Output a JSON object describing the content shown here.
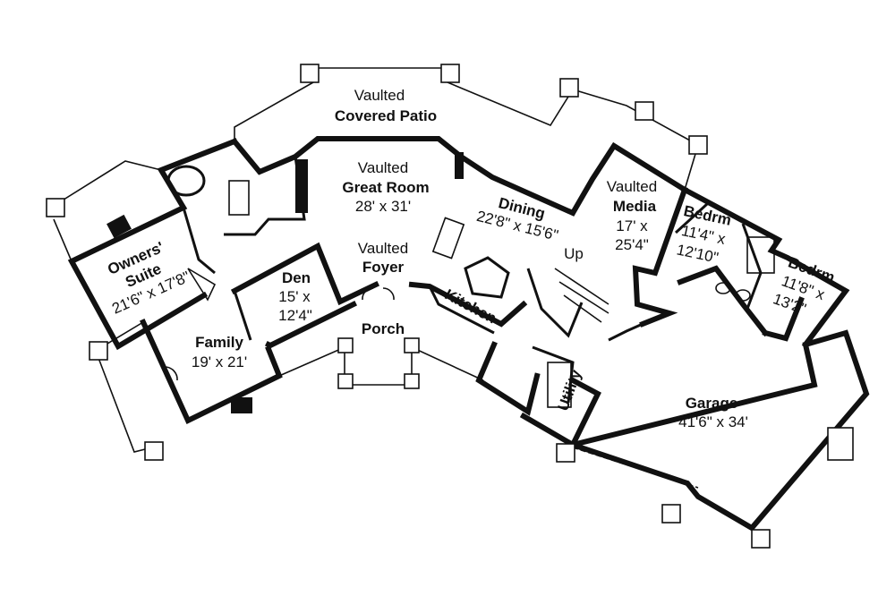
{
  "rooms": {
    "patio": {
      "line1": "Vaulted",
      "line2": "Covered Patio"
    },
    "great": {
      "line1": "Vaulted",
      "line2": "Great Room",
      "size": "28' x 31'"
    },
    "foyer": {
      "line1": "Vaulted",
      "line2": "Foyer"
    },
    "dining": {
      "name": "Dining",
      "size": "22'8\" x 15'6\""
    },
    "media": {
      "line1": "Vaulted",
      "line2": "Media",
      "size1": "17' x",
      "size2": "25'4\""
    },
    "owners": {
      "line1": "Owners'",
      "line2": "Suite",
      "size": "21'6\" x 17'8\""
    },
    "den": {
      "name": "Den",
      "size1": "15' x",
      "size2": "12'4\""
    },
    "family": {
      "name": "Family",
      "size": "19' x 21'"
    },
    "porch": {
      "name": "Porch"
    },
    "kitchen": {
      "name": "Kitchen"
    },
    "utility": {
      "name": "Utility"
    },
    "stairs": {
      "name": "Up"
    },
    "bedroom1": {
      "name": "Bedrm",
      "size1": "11'4\" x",
      "size2": "12'10\""
    },
    "bedroom2": {
      "name": "Bedrm",
      "size1": "11'8\" x",
      "size2": "13'2\""
    },
    "garage": {
      "name": "Garage",
      "size": "41'6\" x 34'"
    }
  }
}
